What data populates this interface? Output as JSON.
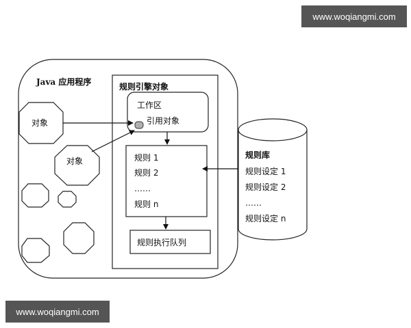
{
  "watermarks": {
    "top_right": "www.woqiangmi.com",
    "bottom_left": "www.woqiangmi.com"
  },
  "diagram": {
    "java_app": {
      "label": "Java 应用程序"
    },
    "rule_engine": {
      "label": "规则引擎对象",
      "working_memory": {
        "label": "工作区",
        "reference_label": "引用对象"
      },
      "rules_box": {
        "items": [
          "规则 1",
          "规则 2",
          "……",
          "规则 n"
        ]
      },
      "agenda": {
        "label": "规则执行队列"
      }
    },
    "objects": [
      {
        "label": "对象"
      },
      {
        "label": "对象"
      }
    ],
    "rule_base": {
      "label": "规则库",
      "items": [
        "规则设定 1",
        "规则设定 2",
        "……",
        "规则设定 n"
      ]
    },
    "colors": {
      "stroke": "#222222",
      "reference_fill": "#b0b0b0",
      "watermark_bg": "#555555"
    }
  }
}
